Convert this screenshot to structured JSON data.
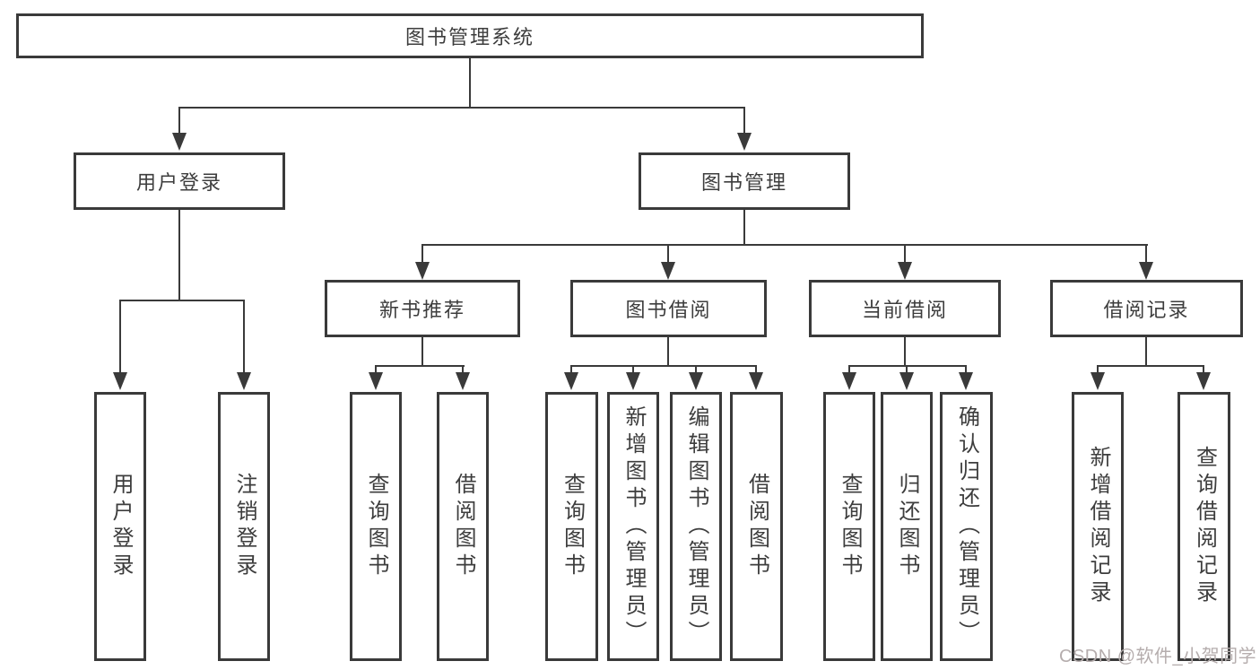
{
  "diagram": {
    "root": {
      "label": "图书管理系统"
    },
    "level1": [
      {
        "label": "用户登录"
      },
      {
        "label": "图书管理"
      }
    ],
    "level2": [
      {
        "label": "新书推荐",
        "parent": "图书管理"
      },
      {
        "label": "图书借阅",
        "parent": "图书管理"
      },
      {
        "label": "当前借阅",
        "parent": "图书管理"
      },
      {
        "label": "借阅记录",
        "parent": "图书管理"
      }
    ],
    "leaves": [
      {
        "label": "用户登录",
        "parent": "用户登录"
      },
      {
        "label": "注销登录",
        "parent": "用户登录"
      },
      {
        "label": "查询图书",
        "parent": "新书推荐"
      },
      {
        "label": "借阅图书",
        "parent": "新书推荐"
      },
      {
        "label": "查询图书",
        "parent": "图书借阅"
      },
      {
        "label": "新增图书（管理员）",
        "parent": "图书借阅"
      },
      {
        "label": "编辑图书（管理员）",
        "parent": "图书借阅"
      },
      {
        "label": "借阅图书",
        "parent": "图书借阅"
      },
      {
        "label": "查询图书",
        "parent": "当前借阅"
      },
      {
        "label": "归还图书",
        "parent": "当前借阅"
      },
      {
        "label": "确认归还（管理员）",
        "parent": "当前借阅"
      },
      {
        "label": "新增借阅记录",
        "parent": "借阅记录"
      },
      {
        "label": "查询借阅记录",
        "parent": "借阅记录"
      }
    ],
    "watermark": "CSDN @软件_小贺同学",
    "colors": {
      "line": "#3a3a3a",
      "text": "#3d3d3d",
      "background": "#ffffff",
      "watermark": "#b5adad"
    }
  }
}
